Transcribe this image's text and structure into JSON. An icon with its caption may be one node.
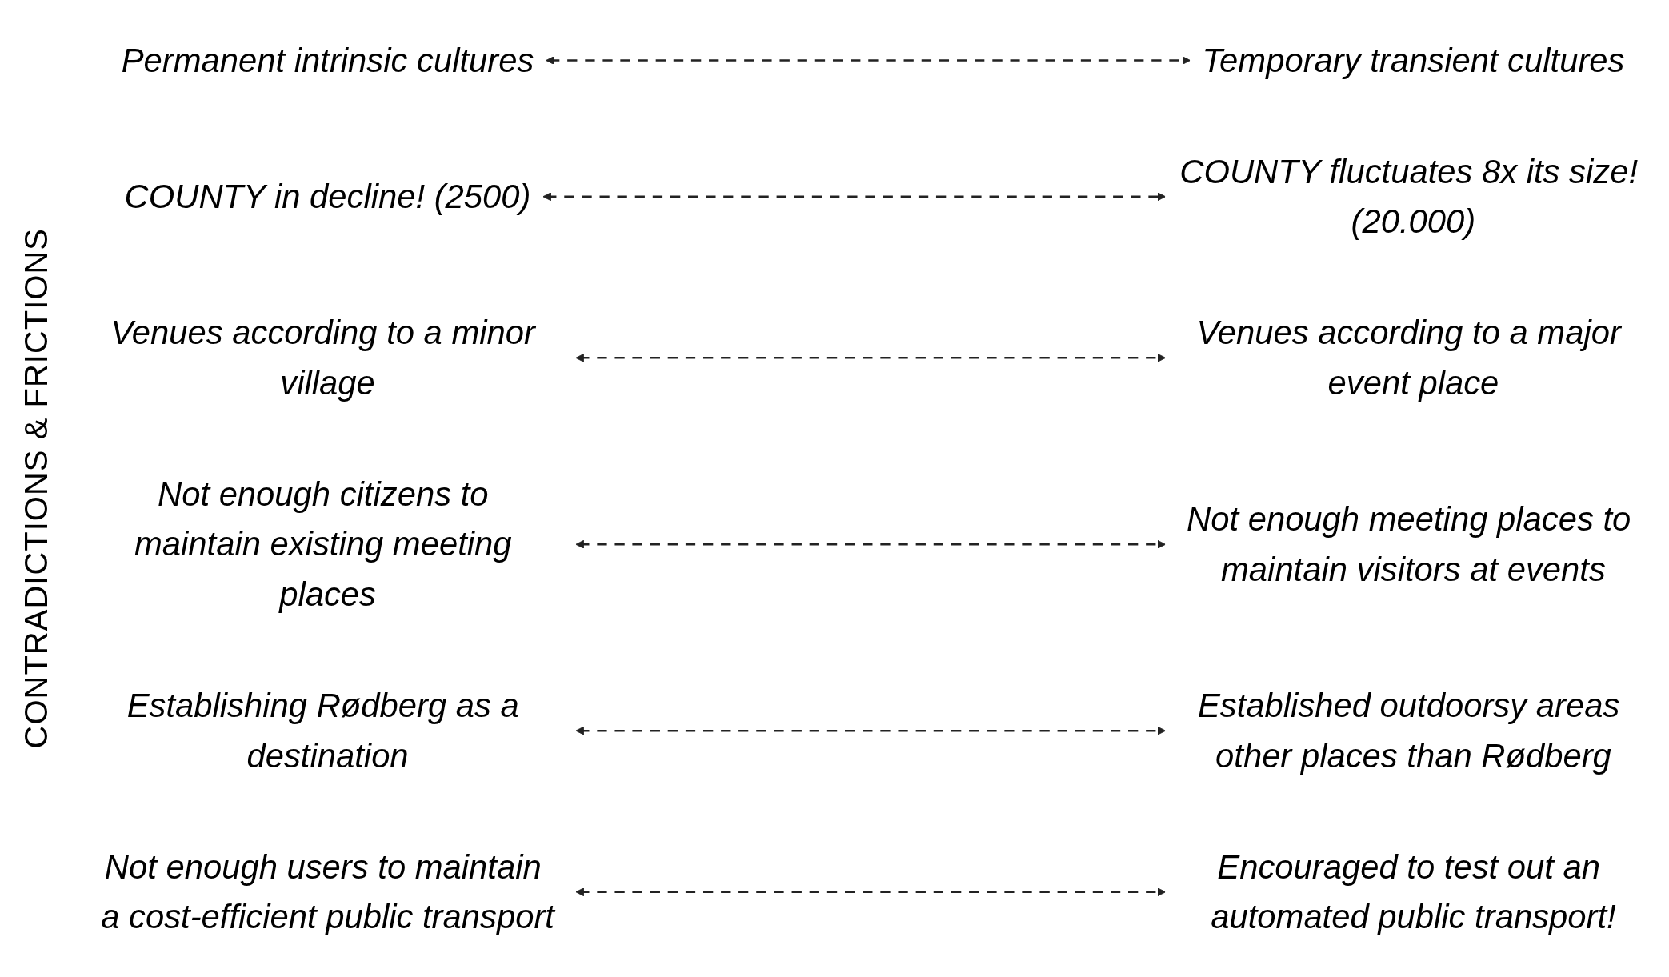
{
  "diagram": {
    "nodes": [
      {
        "text": [
          "Permanent intrinsic cultures"
        ]
      },
      {
        "text": [
          "Temporary transient cultures"
        ]
      },
      {
        "text": [
          "COUNTY in decline! (2500)"
        ]
      },
      {
        "text": [
          "COUNTY fluctuates 8x its size! (20.000)"
        ]
      },
      {
        "text": [
          "Venues according to a minor village"
        ]
      },
      {
        "text": [
          "Venues according to a major event place"
        ]
      },
      {
        "text": [
          "Not enough citizens to maintain existing meeting places"
        ]
      },
      {
        "text": [
          "Not enough meeting places to maintain visitors at events"
        ]
      },
      {
        "text": [
          "Establishing Rødberg as a destination"
        ]
      },
      {
        "text": [
          "Established outdoorsy areas other places than Rødberg"
        ]
      },
      {
        "text": [
          "Not enough users to maintain a cost-efficient public transport"
        ]
      },
      {
        "text": [
          "Encouraged to test out an automated public transport!"
        ]
      }
    ],
    "edges": [
      {
        "from": 0,
        "to": 1,
        "arrow": "both",
        "style": "dashed"
      },
      {
        "from": 2,
        "to": 3,
        "arrow": "both",
        "style": "dashed"
      },
      {
        "from": 4,
        "to": 5,
        "arrow": "both",
        "style": "dashed"
      },
      {
        "from": 6,
        "to": 7,
        "arrow": "both",
        "style": "dashed"
      },
      {
        "from": 8,
        "to": 9,
        "arrow": "both",
        "style": "dashed"
      },
      {
        "from": 10,
        "to": 11,
        "arrow": "both",
        "style": "dashed"
      }
    ],
    "labels": [
      "CONTRADICTIONS & FRICTIONS"
    ]
  }
}
